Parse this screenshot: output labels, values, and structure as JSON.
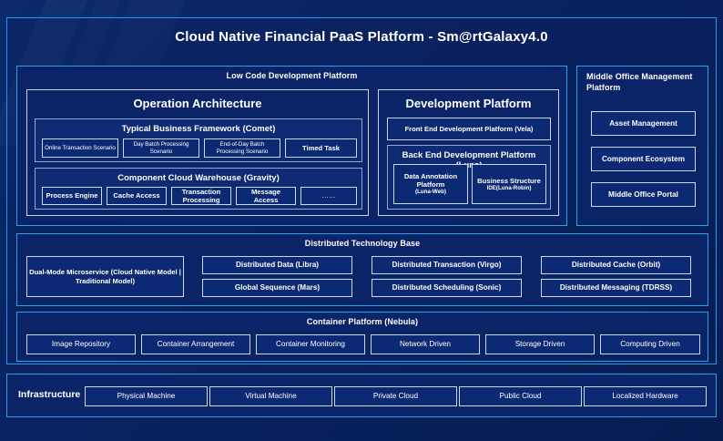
{
  "title": "Cloud Native Financial PaaS Platform - Sm@rtGalaxy4.0",
  "low_code": {
    "heading": "Low Code Development Platform",
    "operation_architecture": {
      "heading": "Operation Architecture",
      "business_framework": {
        "heading": "Typical Business Framework (Comet)",
        "items": [
          "Online Transaction Scenario",
          "Day Batch Processing Scenario",
          "End-of-Day Batch Processing Scenario",
          "Timed Task"
        ]
      },
      "component_warehouse": {
        "heading": "Component Cloud Warehouse (Gravity)",
        "items": [
          "Process Engine",
          "Cache Access",
          "Transaction Processing",
          "Message Access",
          "……"
        ]
      }
    },
    "development_platform": {
      "heading": "Development Platform",
      "front_end": "Front End Development Platform (Vela)",
      "back_end": {
        "heading": "Back End Development Platform (Luna)",
        "items": [
          {
            "main": "Data Annotation Platform",
            "sub": "(Luna-Web)"
          },
          {
            "main": "Business Structure",
            "sub": "IDE(Luna-Robin)"
          }
        ]
      }
    }
  },
  "middle_office": {
    "heading": "Middle Office Management Platform",
    "items": [
      "Asset Management",
      "Component Ecosystem",
      "Middle Office Portal"
    ]
  },
  "tech_base": {
    "heading": "Distributed Technology Base",
    "dual_mode": "Dual-Mode Microservice (Cloud Native Model | Traditional Model)",
    "items": [
      "Distributed Data (Libra)",
      "Distributed Transaction (Virgo)",
      "Distributed Cache (Orbit)",
      "Global Sequence (Mars)",
      "Distributed Scheduling (Sonic)",
      "Distributed Messaging (TDRSS)"
    ]
  },
  "container_platform": {
    "heading": "Container Platform (Nebula)",
    "items": [
      "Image Repository",
      "Container Arrangement",
      "Container Monitoring",
      "Network Driven",
      "Storage Driven",
      "Computing Driven"
    ]
  },
  "infrastructure": {
    "label": "Infrastructure",
    "items": [
      "Physical Machine",
      "Virtual Machine",
      "Private Cloud",
      "Public Cloud",
      "Localized Hardware"
    ]
  },
  "colors": {
    "page_bg": "#0a2361",
    "accent_border": "#29a3e8",
    "chip_border": "#cbd9f0",
    "panel_bg": "#0b2467",
    "text": "#ffffff"
  }
}
